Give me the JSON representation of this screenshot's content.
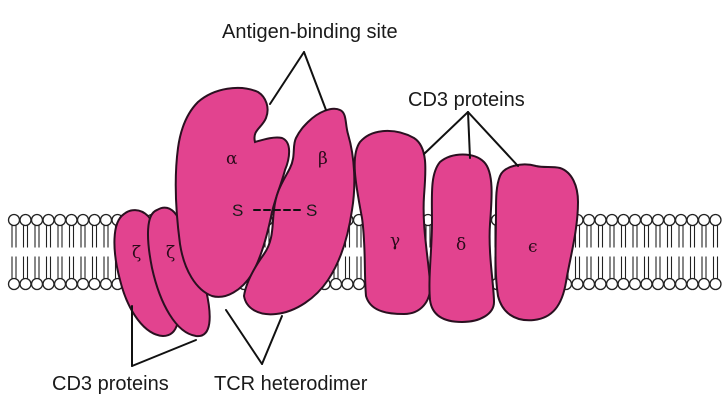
{
  "labels": {
    "antigen_site": "Antigen-binding site",
    "cd3_top": "CD3 proteins",
    "cd3_bottom": "CD3 proteins",
    "tcr": "TCR heterodimer",
    "disulfide_left": "S",
    "disulfide_right": "S"
  },
  "chains": {
    "alpha": "α",
    "beta": "β",
    "zeta1": "ζ",
    "zeta2": "ζ",
    "gamma": "γ",
    "delta": "δ",
    "epsilon": "ϵ"
  },
  "colors": {
    "protein": "#e2438f",
    "outline": "#2a1020",
    "membrane": "#222222"
  }
}
